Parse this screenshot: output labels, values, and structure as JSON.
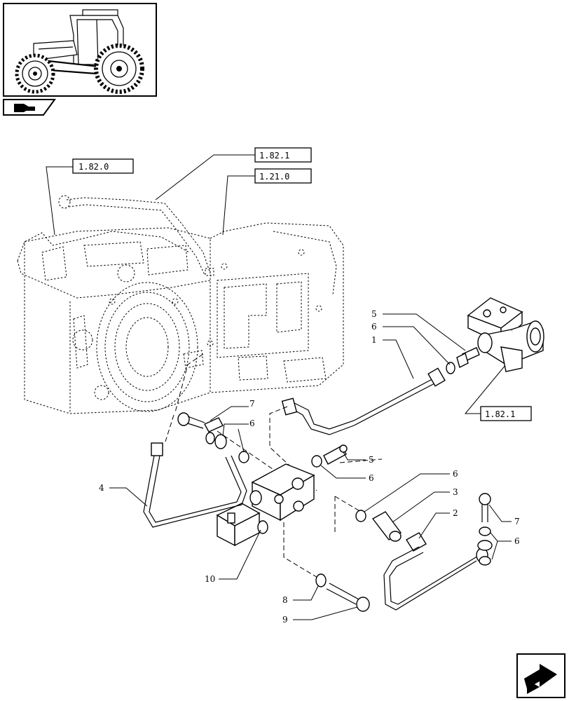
{
  "references": [
    {
      "id": "ref-1-82-0",
      "text": "1.82.0"
    },
    {
      "id": "ref-1-82-1-top",
      "text": "1.82.1"
    },
    {
      "id": "ref-1-21-0",
      "text": "1.21.0"
    },
    {
      "id": "ref-1-82-1-right",
      "text": "1.82.1"
    }
  ],
  "callouts": [
    {
      "id": "c5a",
      "text": "5"
    },
    {
      "id": "c6a",
      "text": "6"
    },
    {
      "id": "c1",
      "text": "1"
    },
    {
      "id": "c7a",
      "text": "7"
    },
    {
      "id": "c6b",
      "text": "6"
    },
    {
      "id": "c5b",
      "text": "5"
    },
    {
      "id": "c6c",
      "text": "6"
    },
    {
      "id": "c6d",
      "text": "6"
    },
    {
      "id": "c3",
      "text": "3"
    },
    {
      "id": "c2",
      "text": "2"
    },
    {
      "id": "c7b",
      "text": "7"
    },
    {
      "id": "c6e",
      "text": "6"
    },
    {
      "id": "c4",
      "text": "4"
    },
    {
      "id": "c10",
      "text": "10"
    },
    {
      "id": "c8",
      "text": "8"
    },
    {
      "id": "c9",
      "text": "9"
    }
  ],
  "icons": {
    "thumbnail": "tractor-thumbnail-icon",
    "section_tab": "section-tab-icon",
    "next_page": "next-page-arrow-icon"
  }
}
